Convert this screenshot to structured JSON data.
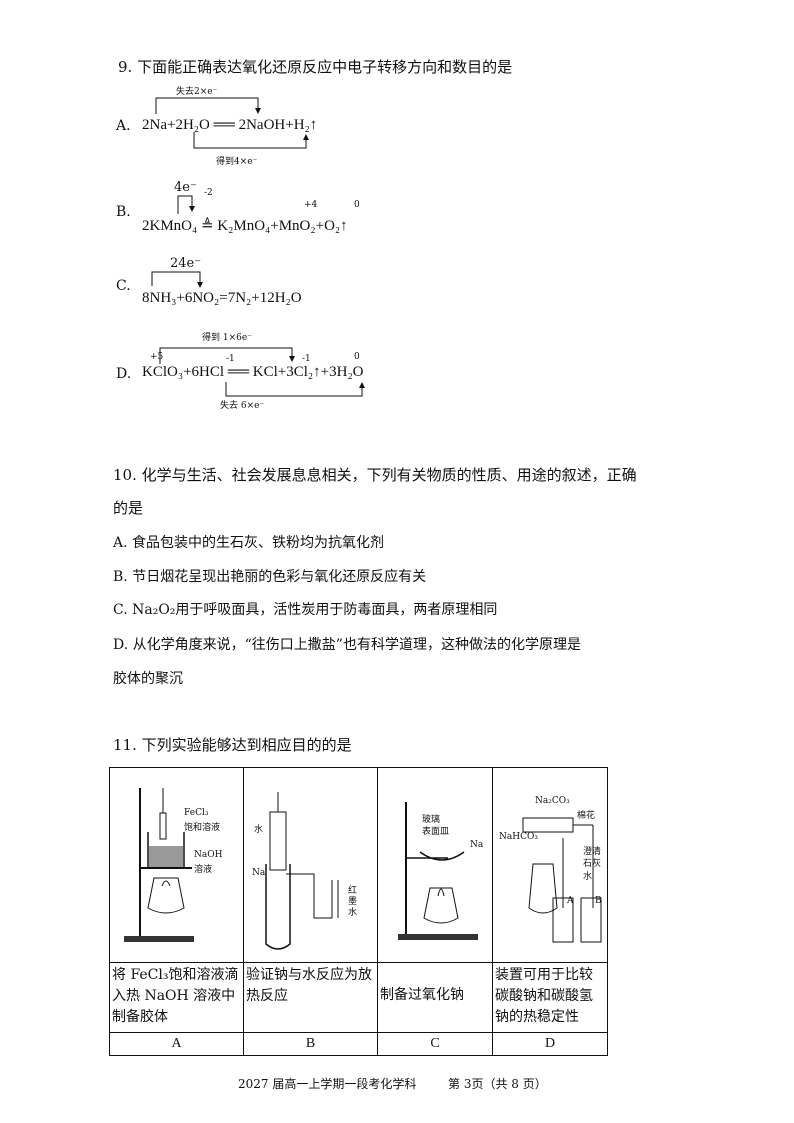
{
  "q9": {
    "stem": "9. 下面能正确表达氧化还原反应中电子转移方向和数目的是",
    "A": {
      "label": "A.",
      "equation": "2Na+2H₂O ══ 2NaOH+H₂↑",
      "top": "失去2×e⁻",
      "bottom": "得到4×e⁻"
    },
    "B": {
      "label": "B.",
      "equation": "2KMnO₄ ≜ K₂MnO₄+MnO₂+O₂↑",
      "top": "4e⁻",
      "marks": [
        "-2",
        "+4",
        "0"
      ]
    },
    "C": {
      "label": "C.",
      "equation": "8NH₃+6NO₂=7N₂+12H₂O",
      "top": "24e⁻"
    },
    "D": {
      "label": "D.",
      "equation": "KClO₃+6HCl ══ KCl+3Cl₂↑+3H₂O",
      "top": "得到 1×6e⁻",
      "bottom": "失去 6×e⁻",
      "marks": [
        "+5",
        "-1",
        "-1",
        "0"
      ]
    }
  },
  "q10": {
    "stem1": "10. 化学与生活、社会发展息息相关，下列有关物质的性质、用途的叙述，正确",
    "stem2": "的是",
    "A": "A.  食品包装中的生石灰、铁粉均为抗氧化剂",
    "B": "B.  节日烟花呈现出艳丽的色彩与氧化还原反应有关",
    "C": "C.  Na₂O₂用于呼吸面具，活性炭用于防毒面具，两者原理相同",
    "D1": "D.  从化学角度来说，“往伤口上撒盐”也有科学道理，这种做法的化学原理是",
    "D2": "胶体的聚沉"
  },
  "q11": {
    "stem": "11. 下列实验能够达到相应目的的是",
    "cells": [
      {
        "letter": "A",
        "caption": "将 FeCl₃饱和溶液滴入热 NaOH 溶液中制备胶体",
        "labels": [
          "FeCl₃",
          "饱和溶液",
          "NaOH",
          "溶液"
        ]
      },
      {
        "letter": "B",
        "caption": "验证钠与水反应为放热反应",
        "labels": [
          "水",
          "Na",
          "红墨水"
        ]
      },
      {
        "letter": "C",
        "caption": "制备过氧化钠",
        "labels": [
          "玻璃",
          "表面皿",
          "Na"
        ]
      },
      {
        "letter": "D",
        "caption": "装置可用于比较碳酸钠和碳酸氢钠的热稳定性",
        "labels": [
          "Na₂CO₃",
          "棉花",
          "NaHCO₃",
          "澄清",
          "石灰水",
          "A",
          "B"
        ]
      }
    ]
  },
  "footer": {
    "left": "2027 届高一上学期一段考化学科",
    "right": "第 3页（共 8 页）"
  }
}
